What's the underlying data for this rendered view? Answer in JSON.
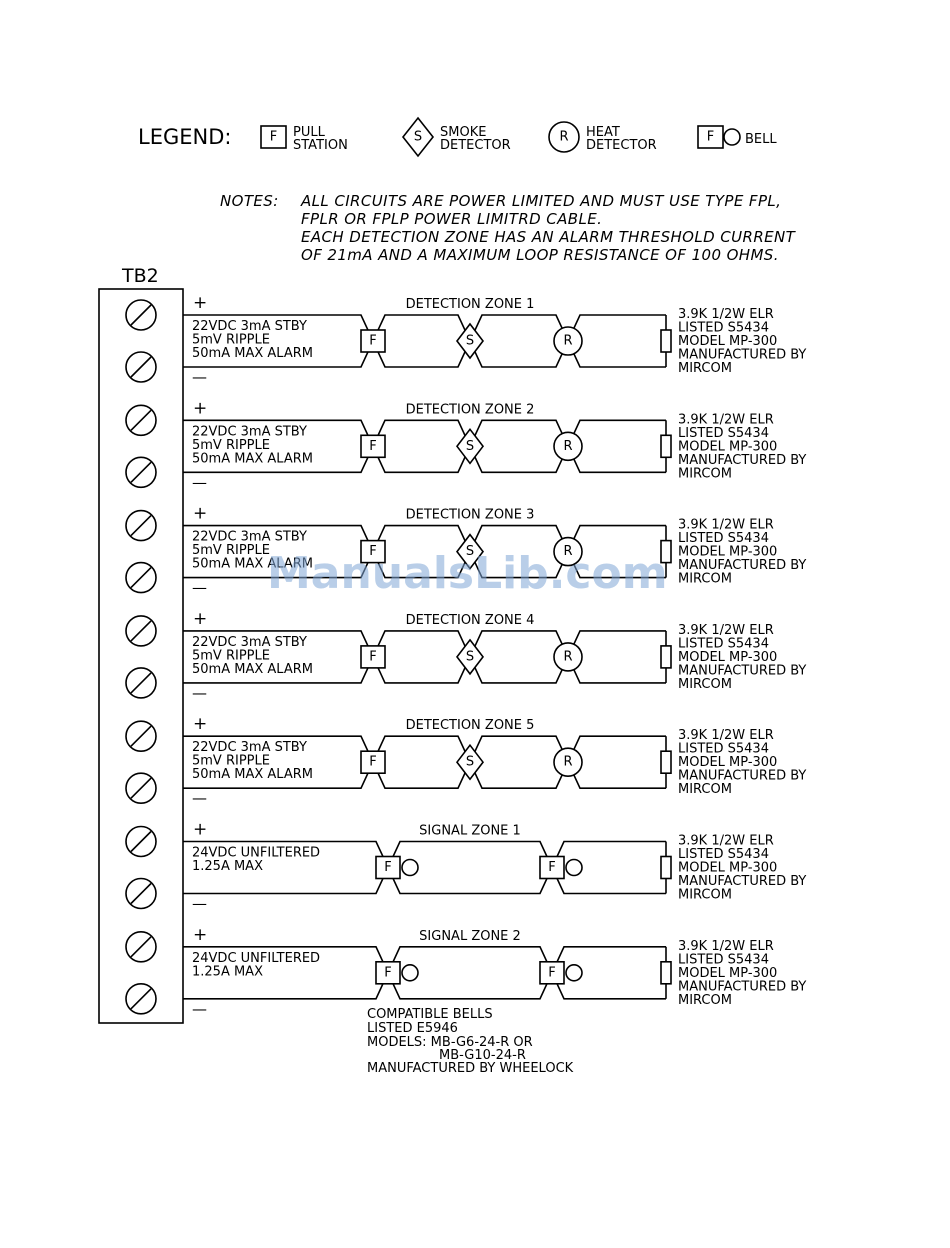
{
  "legend": {
    "title": "LEGEND:",
    "pull_station": {
      "symbol": "F",
      "line1": "PULL",
      "line2": "STATION"
    },
    "smoke_detector": {
      "symbol": "S",
      "line1": "SMOKE",
      "line2": "DETECTOR"
    },
    "heat_detector": {
      "symbol": "R",
      "line1": "HEAT",
      "line2": "DETECTOR"
    },
    "bell": {
      "symbol": "F",
      "line1": "BELL"
    }
  },
  "notes": {
    "label": "NOTES:",
    "lines": [
      "ALL CIRCUITS ARE POWER LIMITED AND MUST USE TYPE FPL,",
      "FPLR OR FPLP POWER LIMITRD CABLE.",
      "EACH DETECTION ZONE HAS AN ALARM THRESHOLD CURRENT",
      "OF 21mA AND A MAXIMUM LOOP RESISTANCE OF 100 OHMS."
    ]
  },
  "terminal_block": {
    "label": "TB2"
  },
  "polarity": {
    "plus": "+",
    "minus": "—"
  },
  "elr": [
    "3.9K 1/2W ELR",
    "LISTED S5434",
    "MODEL MP-300",
    "MANUFACTURED BY",
    "MIRCOM"
  ],
  "zones": [
    {
      "type": "detection",
      "title": "DETECTION ZONE 1",
      "specs": [
        "22VDC 3mA STBY",
        "5mV RIPPLE",
        "50mA MAX ALARM"
      ],
      "symbols": [
        "F",
        "S",
        "R"
      ]
    },
    {
      "type": "detection",
      "title": "DETECTION ZONE 2",
      "specs": [
        "22VDC 3mA STBY",
        "5mV RIPPLE",
        "50mA MAX ALARM"
      ],
      "symbols": [
        "F",
        "S",
        "R"
      ]
    },
    {
      "type": "detection",
      "title": "DETECTION ZONE 3",
      "specs": [
        "22VDC 3mA STBY",
        "5mV RIPPLE",
        "50mA MAX ALARM"
      ],
      "symbols": [
        "F",
        "S",
        "R"
      ]
    },
    {
      "type": "detection",
      "title": "DETECTION ZONE 4",
      "specs": [
        "22VDC 3mA STBY",
        "5mV RIPPLE",
        "50mA MAX ALARM"
      ],
      "symbols": [
        "F",
        "S",
        "R"
      ]
    },
    {
      "type": "detection",
      "title": "DETECTION ZONE 5",
      "specs": [
        "22VDC 3mA STBY",
        "5mV RIPPLE",
        "50mA MAX ALARM"
      ],
      "symbols": [
        "F",
        "S",
        "R"
      ]
    },
    {
      "type": "signal",
      "title": "SIGNAL ZONE 1",
      "specs": [
        "24VDC UNFILTERED",
        "1.25A MAX"
      ],
      "symbols": [
        "F",
        "F"
      ]
    },
    {
      "type": "signal",
      "title": "SIGNAL ZONE 2",
      "specs": [
        "24VDC UNFILTERED",
        "1.25A MAX"
      ],
      "symbols": [
        "F",
        "F"
      ]
    }
  ],
  "bells_note": [
    "COMPATIBLE BELLS",
    "LISTED E5946",
    "MODELS: MB-G6-24-R OR",
    "MB-G10-24-R",
    "MANUFACTURED BY WHEELOCK"
  ],
  "watermark": "ManualsLib.com"
}
